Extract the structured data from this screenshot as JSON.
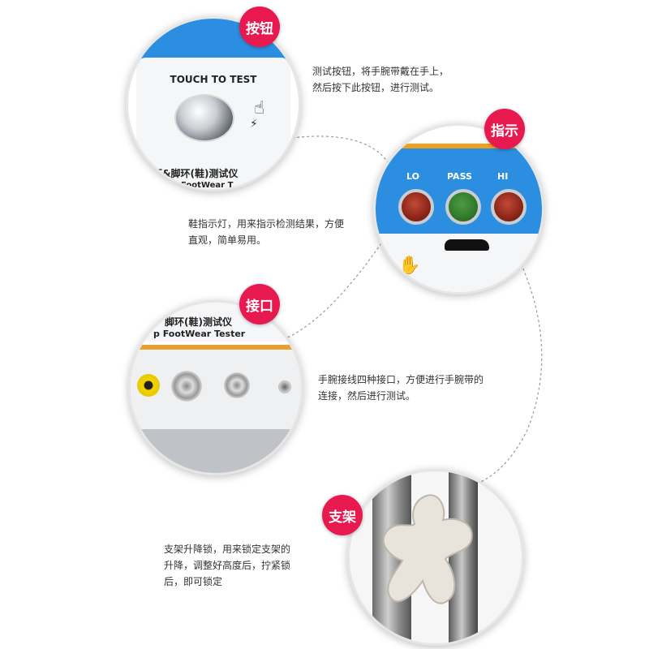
{
  "sections": [
    {
      "badge": "按钮",
      "description_lines": [
        "测试按钮，将手腕带戴在手上，",
        "然后按下此按钮，进行测试。"
      ]
    },
    {
      "badge": "指示",
      "description_lines": [
        "鞋指示灯，用来指示检测结果，方便",
        "直观，简单易用。"
      ]
    },
    {
      "badge": "接口",
      "description_lines": [
        "手腕接线四种接口，方便进行手腕带的",
        "连接，然后进行测试。"
      ]
    },
    {
      "badge": "支架",
      "description_lines": [
        "支架升降锁，用来锁定支架的",
        "升降，调整好高度后，拧紧锁",
        "后，即可锁定"
      ]
    }
  ],
  "device_labels": {
    "touch": "TOUCH TO TEST",
    "title_cn_1": "环&脚环(鞋)测试仪",
    "title_en_1": "FootWear T",
    "lo": "LO",
    "pass": "PASS",
    "hi": "HI",
    "title_cn_2": "脚环(鞋)测试仪",
    "title_en_2": "p FootWear Tester"
  },
  "colors": {
    "accent": "#e8194e",
    "panel_blue": "#2c8ee0",
    "lamp_red": "#b32d1e",
    "lamp_green": "#2f7a2a"
  }
}
